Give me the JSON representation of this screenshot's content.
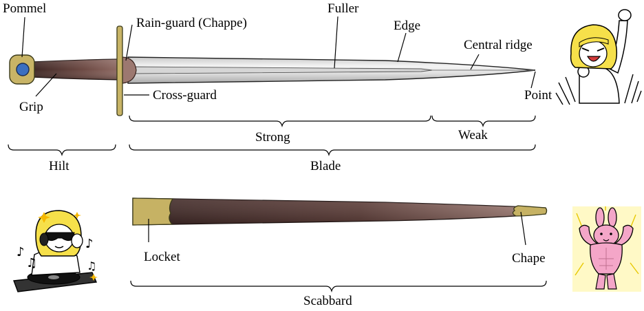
{
  "labels": {
    "pommel": "Pommel",
    "rain_guard": "Rain-guard (Chappe)",
    "fuller": "Fuller",
    "edge": "Edge",
    "central_ridge": "Central ridge",
    "grip": "Grip",
    "cross_guard": "Cross-guard",
    "point": "Point",
    "strong": "Strong",
    "weak": "Weak",
    "hilt": "Hilt",
    "blade": "Blade",
    "locket": "Locket",
    "chape": "Chape",
    "scabbard": "Scabbard"
  },
  "colors": {
    "guard_fill": "#c8b466",
    "guard_stroke": "#3a3a1a",
    "grip_dark": "#3e2724",
    "grip_light": "#8e6a63",
    "blade_light": "#f2f2f2",
    "blade_dark": "#b4b4b4",
    "pommel_ring": "#c8b466",
    "pommel_gem": "#3a6fc0",
    "scabbard_dark": "#3a2422",
    "scabbard_light": "#96736c",
    "locket_fill": "#c6b264"
  },
  "icons": {
    "cheering_character": "cheering-character-icon",
    "dj_character": "dj-character-icon",
    "muscle_bunny": "muscle-bunny-icon"
  }
}
